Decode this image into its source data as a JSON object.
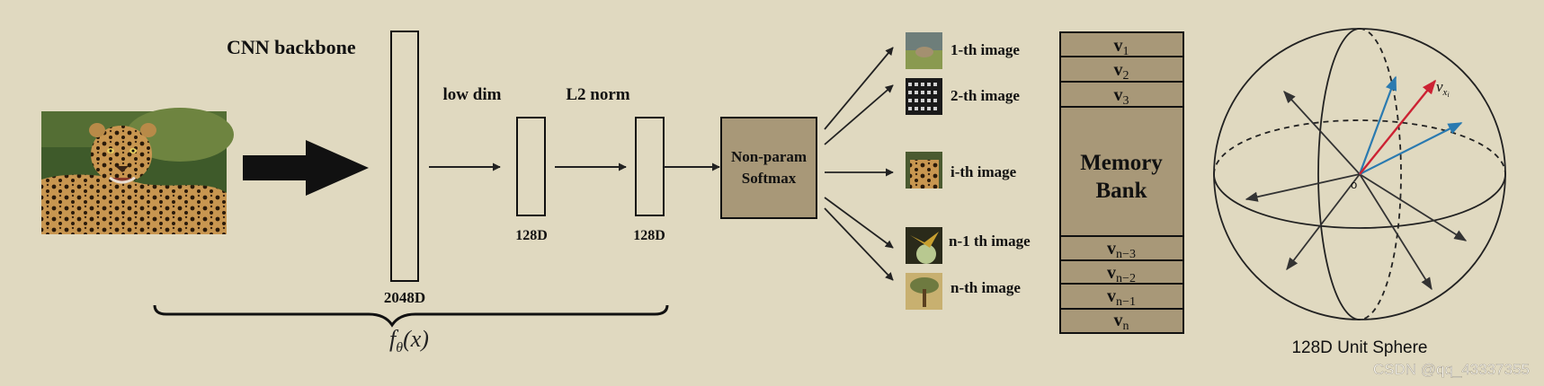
{
  "title": "CNN backbone",
  "labels": {
    "backbone_dim": "2048D",
    "low_dim": "low dim",
    "l2_norm": "L2 norm",
    "dim_128_a": "128D",
    "dim_128_b": "128D",
    "softmax_line1": "Non-param",
    "softmax_line2": "Softmax",
    "memory_line1": "Memory",
    "memory_line2": "Bank",
    "sphere_caption": "128D Unit Sphere",
    "sphere_origin": "o",
    "watermark": "CSDN @qq_43337355"
  },
  "formula": {
    "f": "f",
    "sub": "θ",
    "rest": "(x)"
  },
  "images": [
    {
      "label": "1-th image"
    },
    {
      "label": "2-th image"
    },
    {
      "label": "i-th image"
    },
    {
      "label": "n-1 th image"
    },
    {
      "label": "n-th image"
    }
  ],
  "memory_bank": {
    "top": [
      {
        "v": "v",
        "sub": "1"
      },
      {
        "v": "v",
        "sub": "2"
      },
      {
        "v": "v",
        "sub": "3"
      }
    ],
    "bottom": [
      {
        "v": "v",
        "sub": "n−3"
      },
      {
        "v": "v",
        "sub": "n−2"
      },
      {
        "v": "v",
        "sub": "n−1"
      },
      {
        "v": "v",
        "sub": "n"
      }
    ]
  },
  "sphere_vector": {
    "v": "v",
    "sub": "x",
    "subsub": "i"
  },
  "colors": {
    "background": "#e0d9c0",
    "box_fill": "#a89878",
    "red_vector": "#cc2233",
    "blue_vector": "#2a7ab0"
  }
}
